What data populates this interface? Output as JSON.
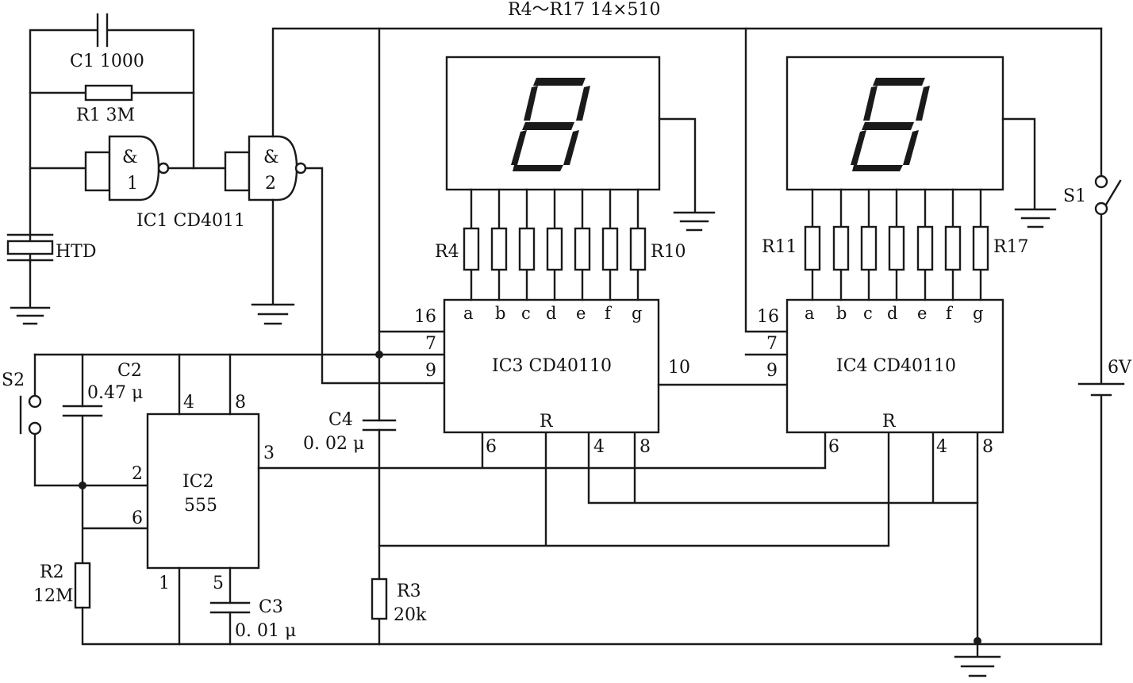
{
  "title": "R4～R17  14×510",
  "components": {
    "c1": "C1  1000",
    "r1": "R1  3M",
    "ic1": "IC1  CD4011",
    "gate1_sym": "&",
    "gate1_num": "1",
    "gate2_sym": "&",
    "gate2_num": "2",
    "htd": "HTD",
    "s2": "S2",
    "c2_name": "C2",
    "c2_val": "0.47 μ",
    "ic2_name": "IC2",
    "ic2_part": "555",
    "r2_name": "R2",
    "r2_val": "12M",
    "c3_name": "C3",
    "c3_val": "0. 01 μ",
    "c4_name": "C4",
    "c4_val": "0. 02 μ",
    "r3_name": "R3",
    "r3_val": "20k",
    "ic3": "IC3  CD40110",
    "ic4": "IC4  CD40110",
    "r4": "R4",
    "r10": "R10",
    "r11": "R11",
    "r17": "R17",
    "s1": "S1",
    "batt": "6V"
  },
  "ic2_pins": {
    "p4": "4",
    "p8": "8",
    "p2": "2",
    "p6": "6",
    "p3": "3",
    "p1": "1",
    "p5": "5"
  },
  "ic3_pins": {
    "p16": "16",
    "p7": "7",
    "p9": "9",
    "p10": "10",
    "p6": "6",
    "pR": "R",
    "p4": "4",
    "p8": "8"
  },
  "ic4_pins": {
    "p16": "16",
    "p7": "7",
    "p9": "9",
    "p6": "6",
    "pR": "R",
    "p4": "4",
    "p8": "8"
  },
  "segment_labels": [
    "a",
    "b",
    "c",
    "d",
    "e",
    "f",
    "g"
  ]
}
